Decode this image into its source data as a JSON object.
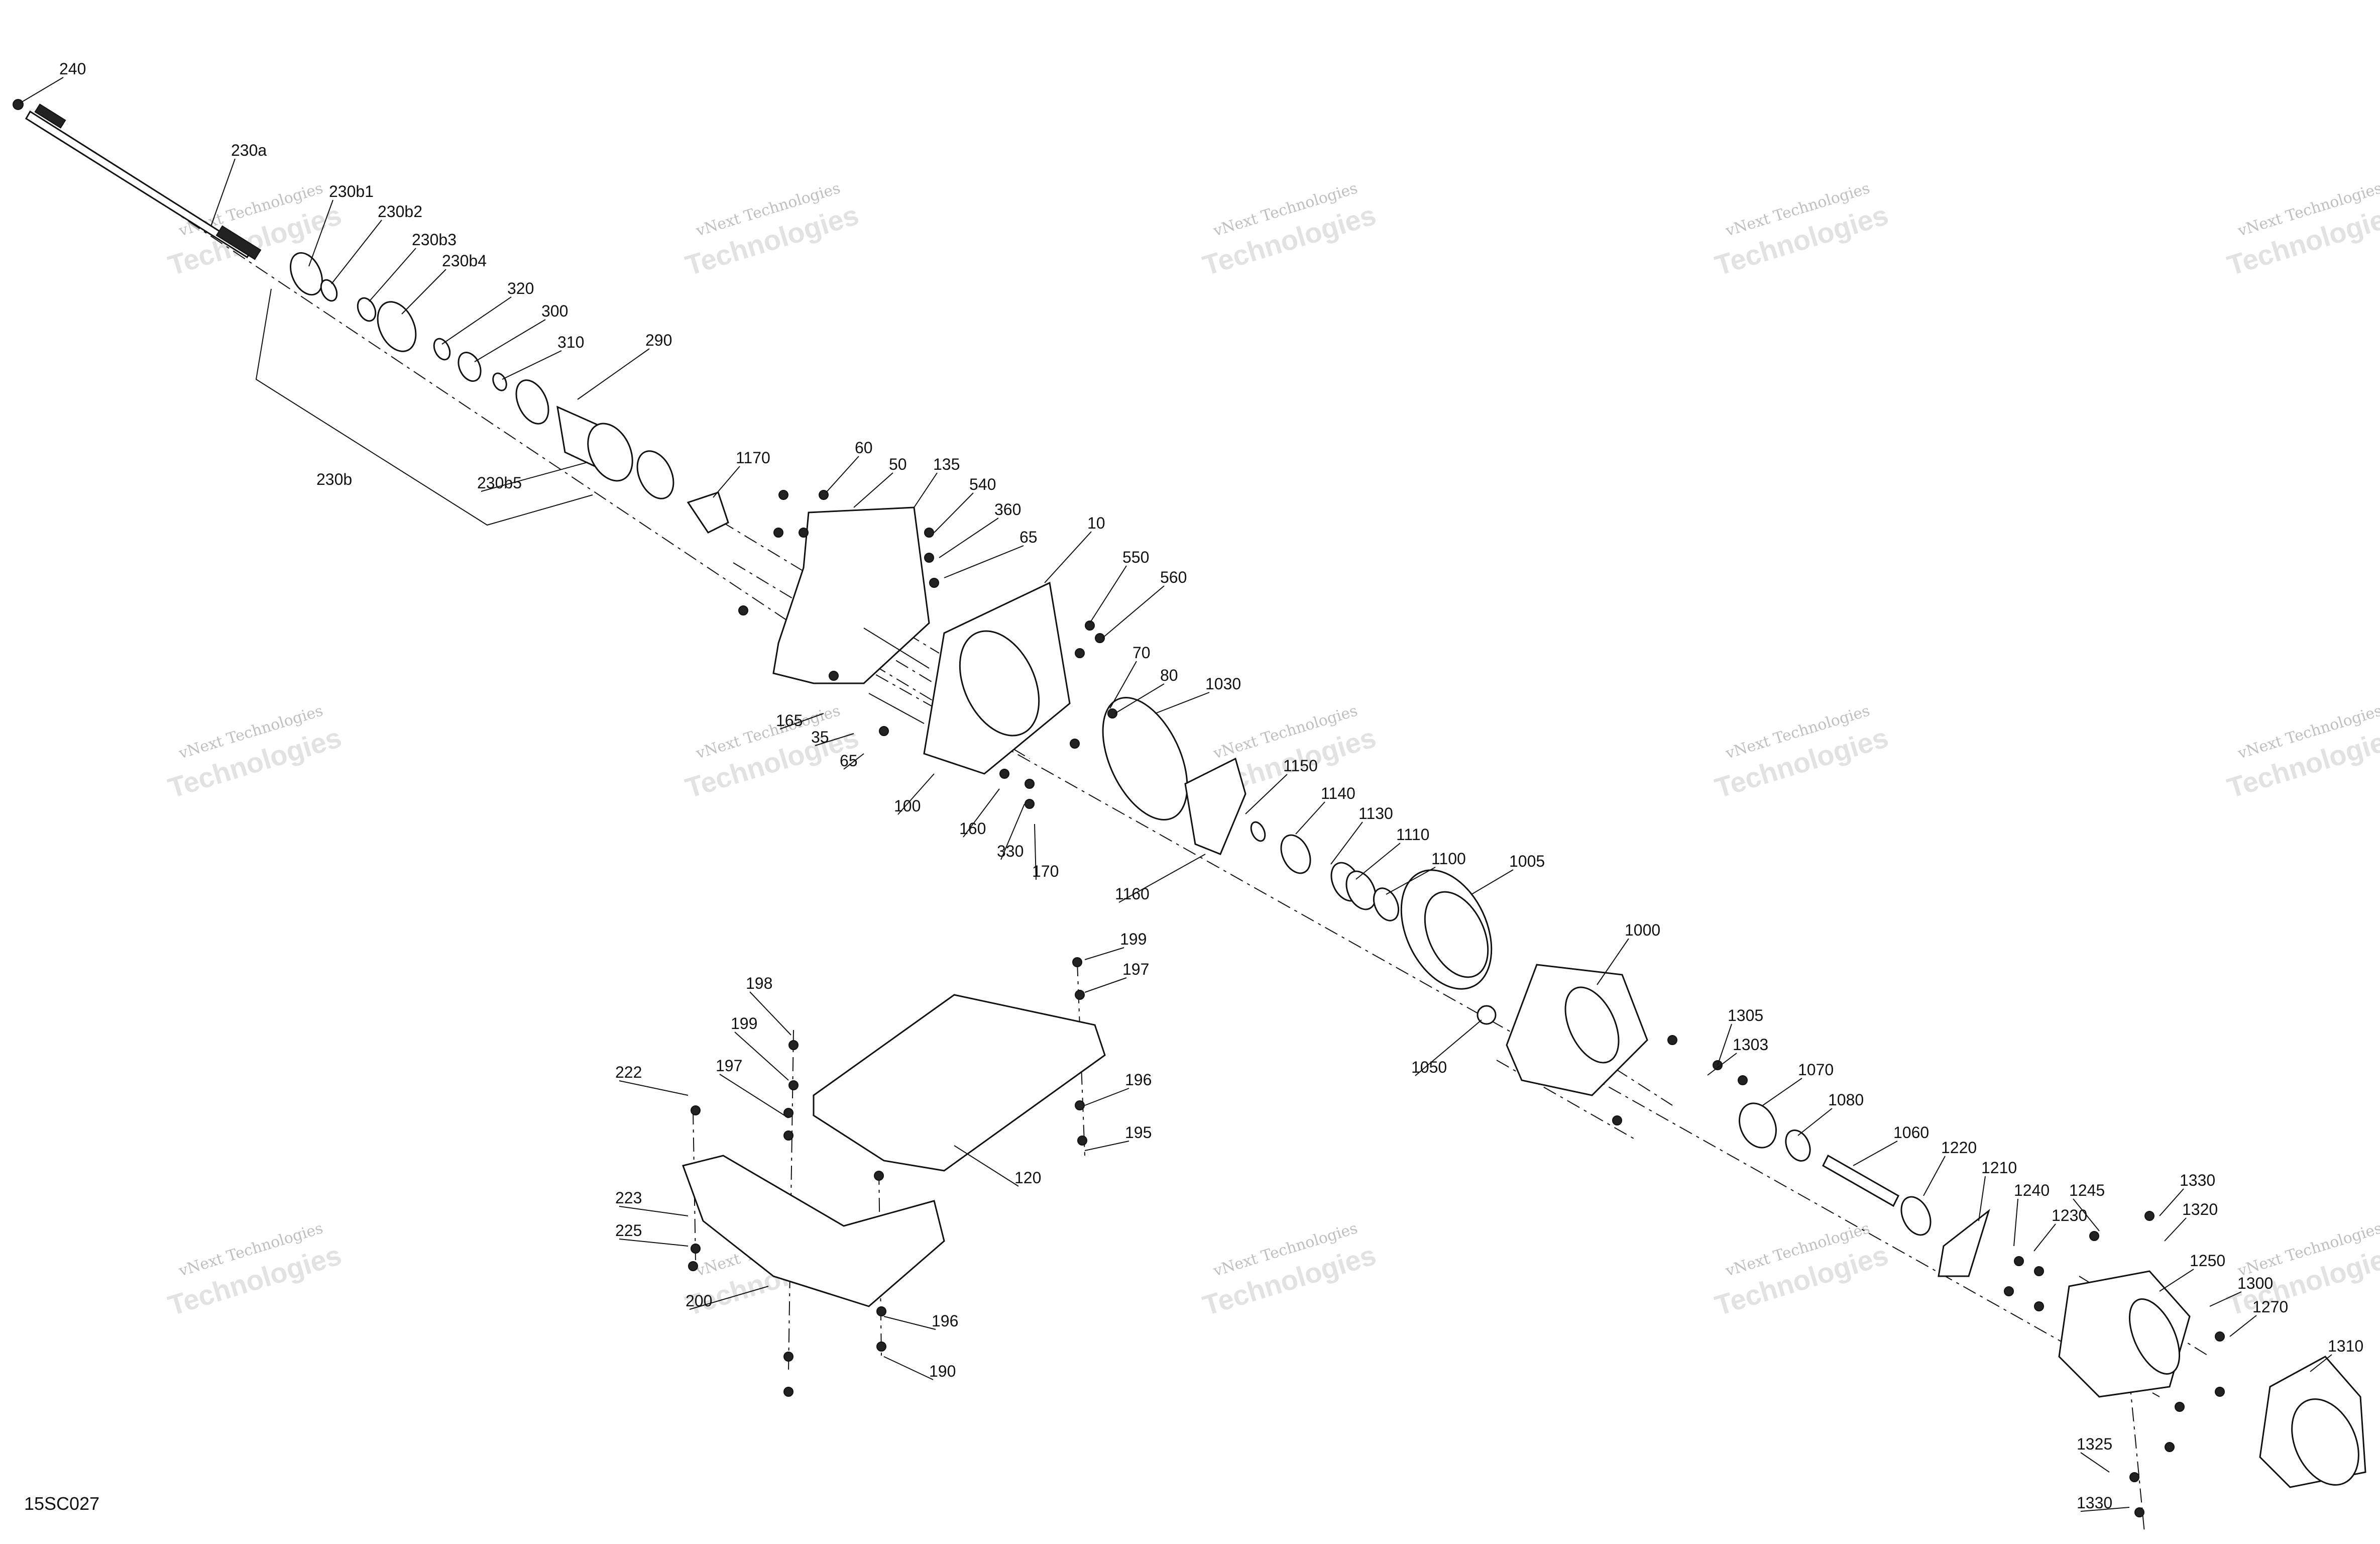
{
  "diagram": {
    "drawing_code": "15SC027",
    "watermark": {
      "line1": "vNext Technologies",
      "line2": "Technologies"
    },
    "callouts": [
      {
        "id": "c-240",
        "text": "240"
      },
      {
        "id": "c-230a",
        "text": "230a"
      },
      {
        "id": "c-230b1",
        "text": "230b1"
      },
      {
        "id": "c-230b2",
        "text": "230b2"
      },
      {
        "id": "c-230b3",
        "text": "230b3"
      },
      {
        "id": "c-230b4",
        "text": "230b4"
      },
      {
        "id": "c-320",
        "text": "320"
      },
      {
        "id": "c-300",
        "text": "300"
      },
      {
        "id": "c-310",
        "text": "310"
      },
      {
        "id": "c-290",
        "text": "290"
      },
      {
        "id": "c-230b",
        "text": "230b"
      },
      {
        "id": "c-230b5",
        "text": "230b5"
      },
      {
        "id": "c-1170",
        "text": "1170"
      },
      {
        "id": "c-60",
        "text": "60"
      },
      {
        "id": "c-50",
        "text": "50"
      },
      {
        "id": "c-135",
        "text": "135"
      },
      {
        "id": "c-540",
        "text": "540"
      },
      {
        "id": "c-360",
        "text": "360"
      },
      {
        "id": "c-65a",
        "text": "65"
      },
      {
        "id": "c-10",
        "text": "10"
      },
      {
        "id": "c-550",
        "text": "550"
      },
      {
        "id": "c-560",
        "text": "560"
      },
      {
        "id": "c-70",
        "text": "70"
      },
      {
        "id": "c-80",
        "text": "80"
      },
      {
        "id": "c-1030",
        "text": "1030"
      },
      {
        "id": "c-165",
        "text": "165"
      },
      {
        "id": "c-35",
        "text": "35"
      },
      {
        "id": "c-65b",
        "text": "65"
      },
      {
        "id": "c-100",
        "text": "100"
      },
      {
        "id": "c-160",
        "text": "160"
      },
      {
        "id": "c-330",
        "text": "330"
      },
      {
        "id": "c-170",
        "text": "170"
      },
      {
        "id": "c-1150",
        "text": "1150"
      },
      {
        "id": "c-1140",
        "text": "1140"
      },
      {
        "id": "c-1130",
        "text": "1130"
      },
      {
        "id": "c-1110",
        "text": "1110"
      },
      {
        "id": "c-1100",
        "text": "1100"
      },
      {
        "id": "c-1005",
        "text": "1005"
      },
      {
        "id": "c-1160",
        "text": "1160"
      },
      {
        "id": "c-1000",
        "text": "1000"
      },
      {
        "id": "c-1050",
        "text": "1050"
      },
      {
        "id": "c-1305",
        "text": "1305"
      },
      {
        "id": "c-1303",
        "text": "1303"
      },
      {
        "id": "c-1070",
        "text": "1070"
      },
      {
        "id": "c-1080",
        "text": "1080"
      },
      {
        "id": "c-1060",
        "text": "1060"
      },
      {
        "id": "c-1220",
        "text": "1220"
      },
      {
        "id": "c-1210",
        "text": "1210"
      },
      {
        "id": "c-1240",
        "text": "1240"
      },
      {
        "id": "c-1245",
        "text": "1245"
      },
      {
        "id": "c-1330a",
        "text": "1330"
      },
      {
        "id": "c-1230",
        "text": "1230"
      },
      {
        "id": "c-1320",
        "text": "1320"
      },
      {
        "id": "c-1250",
        "text": "1250"
      },
      {
        "id": "c-1300",
        "text": "1300"
      },
      {
        "id": "c-1270",
        "text": "1270"
      },
      {
        "id": "c-1310",
        "text": "1310"
      },
      {
        "id": "c-1325",
        "text": "1325"
      },
      {
        "id": "c-1330b",
        "text": "1330"
      },
      {
        "id": "c-199a",
        "text": "199"
      },
      {
        "id": "c-197a",
        "text": "197"
      },
      {
        "id": "c-198",
        "text": "198"
      },
      {
        "id": "c-199b",
        "text": "199"
      },
      {
        "id": "c-197b",
        "text": "197"
      },
      {
        "id": "c-222",
        "text": "222"
      },
      {
        "id": "c-196a",
        "text": "196"
      },
      {
        "id": "c-195",
        "text": "195"
      },
      {
        "id": "c-120",
        "text": "120"
      },
      {
        "id": "c-223",
        "text": "223"
      },
      {
        "id": "c-225",
        "text": "225"
      },
      {
        "id": "c-200",
        "text": "200"
      },
      {
        "id": "c-196b",
        "text": "196"
      },
      {
        "id": "c-190",
        "text": "190"
      }
    ]
  }
}
